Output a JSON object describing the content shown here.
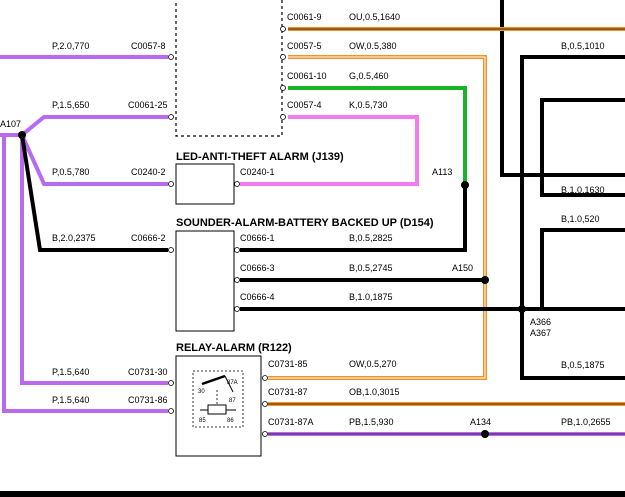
{
  "components": {
    "led": {
      "title": "LED-ANTI-THEFT ALARM (J139)"
    },
    "sounder": {
      "title": "SOUNDER-ALARM-BATTERY BACKED UP (D154)"
    },
    "relay": {
      "title": "RELAY-ALARM (R122)",
      "pins": [
        "30",
        "87A",
        "87",
        "85",
        "86"
      ]
    }
  },
  "connectors": {
    "c0061_9": "C0061-9",
    "c0057_5": "C0057-5",
    "c0061_10": "C0061-10",
    "c0057_4": "C0057-4",
    "c0057_8": "C0057-8",
    "c0061_25": "C0061-25",
    "c0240_2": "C0240-2",
    "c0240_1": "C0240-1",
    "c0666_2": "C0666-2",
    "c0666_1": "C0666-1",
    "c0666_3": "C0666-3",
    "c0666_4": "C0666-4",
    "c0731_30": "C0731-30",
    "c0731_86": "C0731-86",
    "c0731_85": "C0731-85",
    "c0731_87": "C0731-87",
    "c0731_87a": "C0731-87A"
  },
  "wires": {
    "ou_0_5_1640": "OU,0.5,1640",
    "ow_0_5_380": "OW,0.5,380",
    "g_0_5_460": "G,0.5,460",
    "k_0_5_730": "K,0.5,730",
    "p_2_0_770": "P,2.0,770",
    "p_1_5_650": "P,1.5,650",
    "p_0_5_780": "P,0.5,780",
    "b_2_0_2375": "B,2.0,2375",
    "b_0_5_2825": "B,0.5,2825",
    "b_0_5_2745": "B,0.5,2745",
    "b_1_0_1875": "B,1.0,1875",
    "p_1_5_640a": "P,1.5,640",
    "p_1_5_640b": "P,1.5,640",
    "ow_0_5_270": "OW,0.5,270",
    "ob_1_0_3015": "OB,1.0,3015",
    "pb_1_5_930": "PB,1.5,930",
    "pb_1_0_2655": "PB,1.0,2655",
    "b_0_5_1010": "B,0.5,1010",
    "b_1_0_1630": "B,1.0,1630",
    "b_1_0_520": "B,1.0,520",
    "b_0_5_1875": "B,0.5,1875"
  },
  "splices": {
    "a107": "A107",
    "a113": "A113",
    "a150": "A150",
    "a366": "A366",
    "a367": "A367",
    "a134": "A134"
  },
  "colors": {
    "pink_violet": "#b96bf0",
    "orange": "#f0922a",
    "green": "#18b428",
    "light_pink": "#f07cf0",
    "black": "#000000",
    "violet_black": "#b96bf0"
  }
}
